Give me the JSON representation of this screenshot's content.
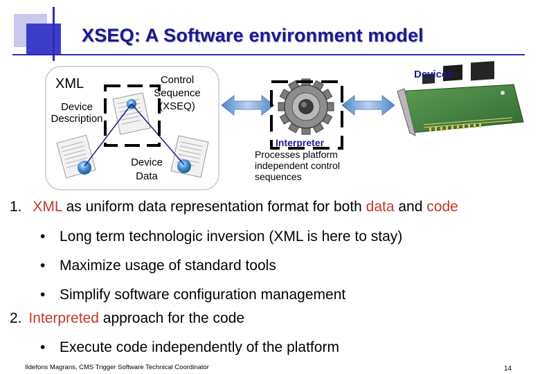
{
  "slide": {
    "title": "XSEQ: A Software environment model",
    "diagram": {
      "xml_label": "XML",
      "device_description_label": "Device Description",
      "control_sequence_label": "Control Sequence (XSEQ)",
      "device_data_label": "Device Data",
      "devices_label": "Devices",
      "interpreter_label": "Interpreter",
      "interpreter_description": "Processes platform independent control sequences"
    },
    "items": [
      {
        "number": "1.",
        "text_a": "XML",
        "text_b": " as uniform data representation format for both ",
        "text_c": "data",
        "text_d": " and ",
        "text_e": "code"
      },
      {
        "bullet": "•",
        "text": "Long term technologic inversion (XML is here to stay)"
      },
      {
        "bullet": "•",
        "text": "Maximize usage of standard tools"
      },
      {
        "bullet": "•",
        "text": "Simplify software configuration management"
      },
      {
        "number": "2.",
        "text_a": "Interpreted",
        "text_b": " approach for the code"
      },
      {
        "bullet": "•",
        "text": "Execute code independently of the platform"
      }
    ],
    "footer": "Ildefons Magrans, CMS Trigger Software Technical Coordinator",
    "page_number": "14"
  },
  "colors": {
    "title": "#1a1a8c",
    "accent_red": "#c0392b",
    "arrow": "#7fa8d8",
    "globe": "#2f7fbf"
  }
}
